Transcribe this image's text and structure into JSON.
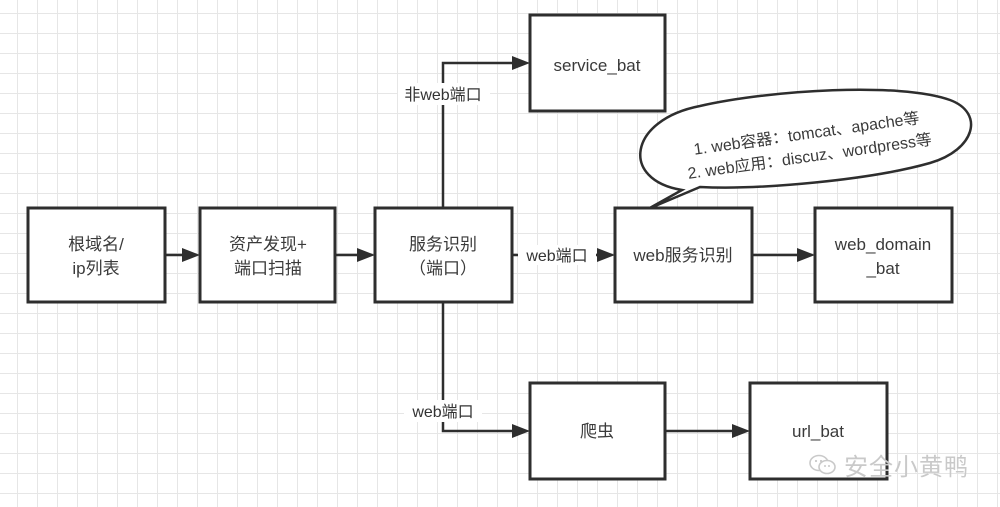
{
  "nodes": {
    "root_domain": {
      "lines": [
        "根域名/",
        "ip列表"
      ]
    },
    "asset_discovery": {
      "lines": [
        "资产发现+",
        "端口扫描"
      ]
    },
    "service_identify": {
      "lines": [
        "服务识别",
        "（端口）"
      ]
    },
    "service_bat": {
      "lines": [
        "service_bat"
      ]
    },
    "web_service_identify": {
      "lines": [
        "web服务识别"
      ]
    },
    "web_domain_bat": {
      "lines": [
        "web_domain",
        "_bat"
      ]
    },
    "crawler": {
      "lines": [
        "爬虫"
      ]
    },
    "url_bat": {
      "lines": [
        "url_bat"
      ]
    }
  },
  "edges": {
    "non_web_port_label": "非web端口",
    "web_port_label_right": "web端口",
    "web_port_label_down": "web端口"
  },
  "callout": {
    "lines": [
      "1. web容器：tomcat、apache等",
      "2. web应用：discuz、wordpress等"
    ]
  },
  "watermark": {
    "icon": "wechat-icon",
    "text": "安全小黄鸭"
  }
}
